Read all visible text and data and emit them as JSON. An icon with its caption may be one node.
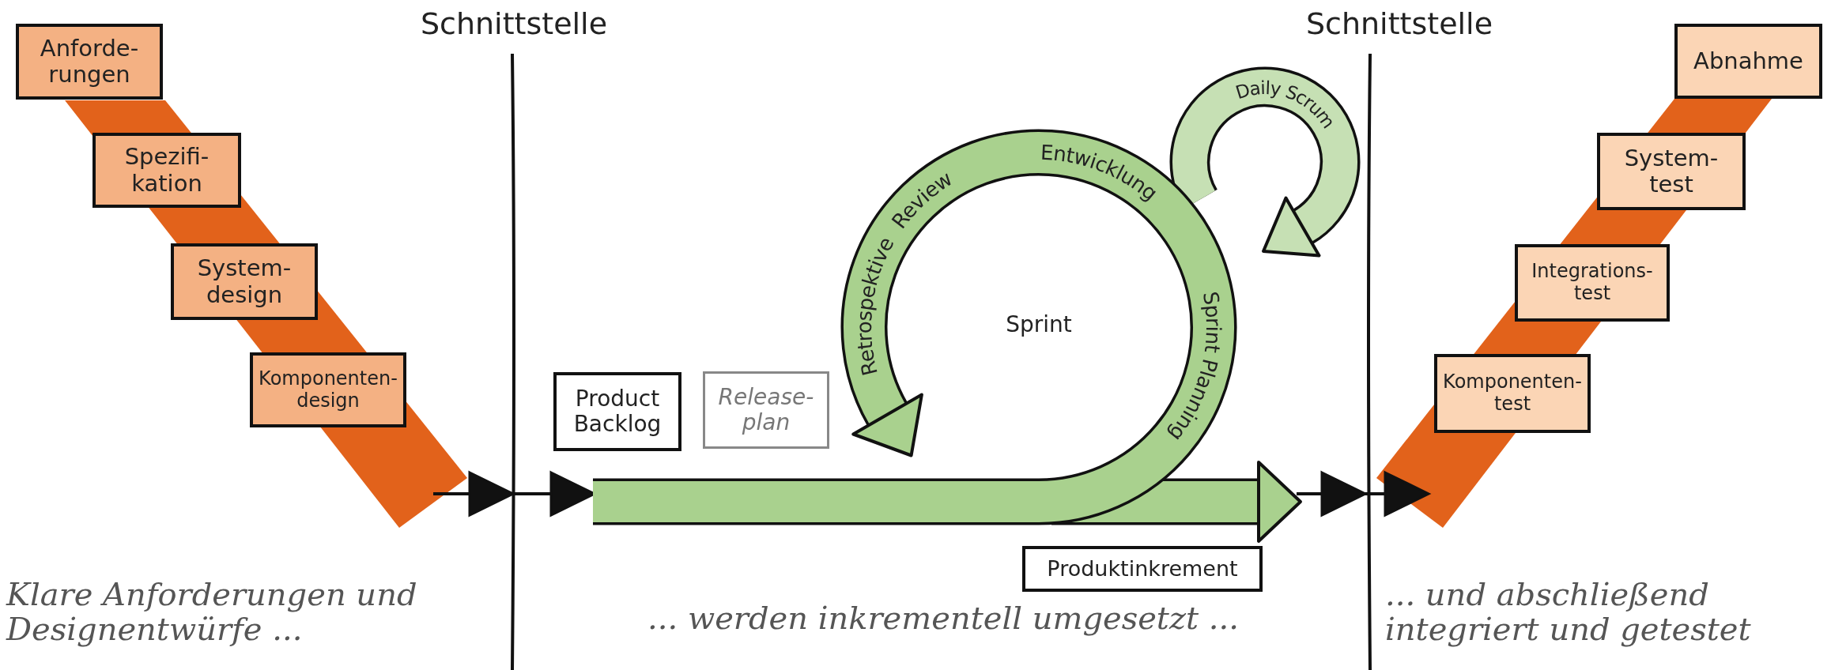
{
  "diagram": {
    "nodes": [
      {
        "text": [
          "Anforde- rungen"
        ]
      },
      {
        "text": [
          "Spezifi- kation"
        ]
      },
      {
        "text": [
          "System- design"
        ]
      },
      {
        "text": [
          "Komponenten- design"
        ]
      },
      {
        "text": [
          "Product Backlog"
        ]
      },
      {
        "text": [
          "Release- plan"
        ]
      },
      {
        "text": [
          "Produktinkrement"
        ]
      },
      {
        "text": [
          "Abnahme"
        ]
      },
      {
        "text": [
          "System- test"
        ]
      },
      {
        "text": [
          "Integrations- test"
        ]
      },
      {
        "text": [
          "Komponenten- test"
        ]
      }
    ],
    "edges": [],
    "labels": [
      "Schnittstelle",
      "Schnittstelle",
      "Daily Scrum",
      "Review",
      "Entwicklung",
      "Retrospektive",
      "Sprint",
      "Sprint Planning",
      "Klare Anforderungen und Designentwürfe ...",
      "... werden inkrementell umgesetzt ...",
      "... und abschließend integriert und getestet"
    ]
  }
}
